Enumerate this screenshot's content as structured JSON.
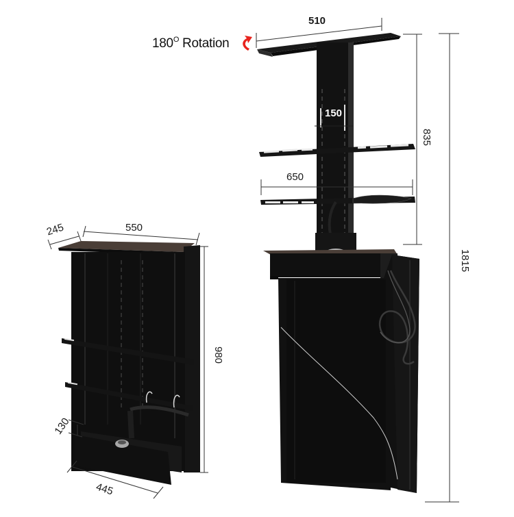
{
  "rotation": {
    "prefix": "180",
    "superscript": "O",
    "suffix": " Rotation",
    "arrow_color": "#e8241e"
  },
  "dimensions": {
    "top_plate_width": "510",
    "vesa_spacing": "150",
    "bracket_width": "650",
    "lift_column_height": "835",
    "extended_total_height": "1815",
    "cabinet_depth": "245",
    "cabinet_width": "550",
    "cabinet_height": "980",
    "base_box_height": "130",
    "base_box_width": "445"
  },
  "colors": {
    "unit_body": "#121212",
    "unit_highlight": "#2a2a2a",
    "lid_top": "#4a3e37",
    "dimension_line": "#333333",
    "bracket_slot": "#e8e8e8"
  }
}
